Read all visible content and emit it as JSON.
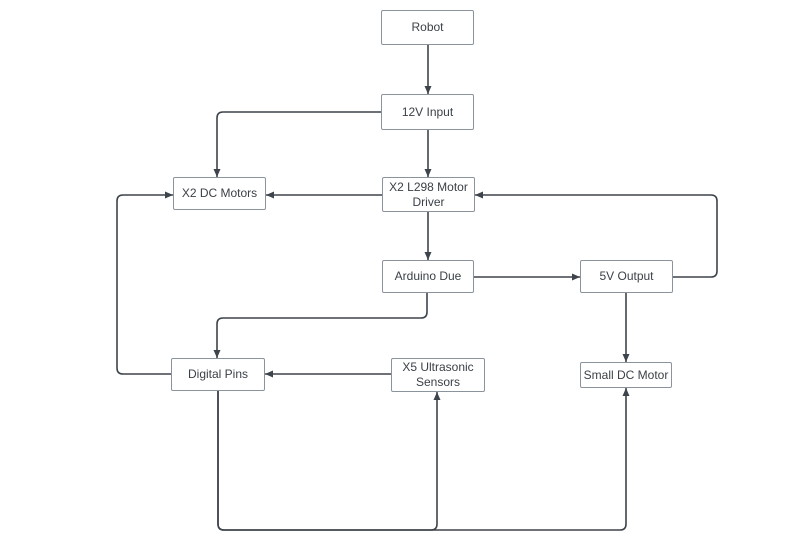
{
  "diagram": {
    "colors": {
      "connector": "#3e444b",
      "node_border": "#8b939d",
      "node_fill": "#ffffff",
      "text": "#3b4147",
      "background": "#ffffff"
    },
    "nodes": {
      "robot": {
        "label": "Robot"
      },
      "input_12v": {
        "label": "12V Input"
      },
      "dc_motors": {
        "label": "X2 DC Motors"
      },
      "motor_driver": {
        "label": "X2 L298 Motor Driver"
      },
      "arduino": {
        "label": "Arduino Due"
      },
      "output_5v": {
        "label": "5V Output"
      },
      "digital_pins": {
        "label": "Digital Pins"
      },
      "ultrasonic": {
        "label": "X5 Ultrasonic Sensors"
      },
      "small_motor": {
        "label": "Small DC Motor"
      }
    },
    "edges": [
      {
        "from": "Robot",
        "to": "12V Input"
      },
      {
        "from": "12V Input",
        "to": "X2 DC Motors"
      },
      {
        "from": "12V Input",
        "to": "X2 L298 Motor Driver"
      },
      {
        "from": "X2 L298 Motor Driver",
        "to": "X2 DC Motors"
      },
      {
        "from": "X2 L298 Motor Driver",
        "to": "Arduino Due"
      },
      {
        "from": "Arduino Due",
        "to": "5V Output"
      },
      {
        "from": "5V Output",
        "to": "X2 L298 Motor Driver"
      },
      {
        "from": "5V Output",
        "to": "Small DC Motor"
      },
      {
        "from": "Arduino Due",
        "to": "Digital Pins"
      },
      {
        "from": "X5 Ultrasonic Sensors",
        "to": "Digital Pins"
      },
      {
        "from": "Digital Pins",
        "to": "X2 DC Motors"
      },
      {
        "from": "Digital Pins",
        "to": "X5 Ultrasonic Sensors"
      },
      {
        "from": "Digital Pins",
        "to": "Small DC Motor"
      }
    ]
  }
}
